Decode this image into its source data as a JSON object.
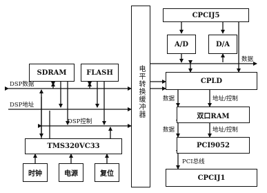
{
  "blocks": {
    "cpcij5": "CPCIJ5",
    "ad": "A/D",
    "da": "D/A",
    "sdram": "SDRAM",
    "flash": "FLASH",
    "level_shift_buffer": "电平转换缓冲器",
    "cpld": "CPLD",
    "dual_ram": "双口RAM",
    "pci9052": "PCI9052",
    "cpcij1": "CPCIJ1",
    "tms": "TMS320VC33",
    "clock": "时钟",
    "power": "电源",
    "reset": "复位"
  },
  "labels": {
    "dsp_data": "DSP数据",
    "dsp_addr": "DSP地址",
    "dsp_ctrl": "DSP控制",
    "data_right": "数据",
    "data_left1": "数据",
    "addr_ctrl1": "地址/控制",
    "data_left2": "数据",
    "addr_ctrl2": "地址/控制",
    "pci_bus": "PCI总线"
  }
}
